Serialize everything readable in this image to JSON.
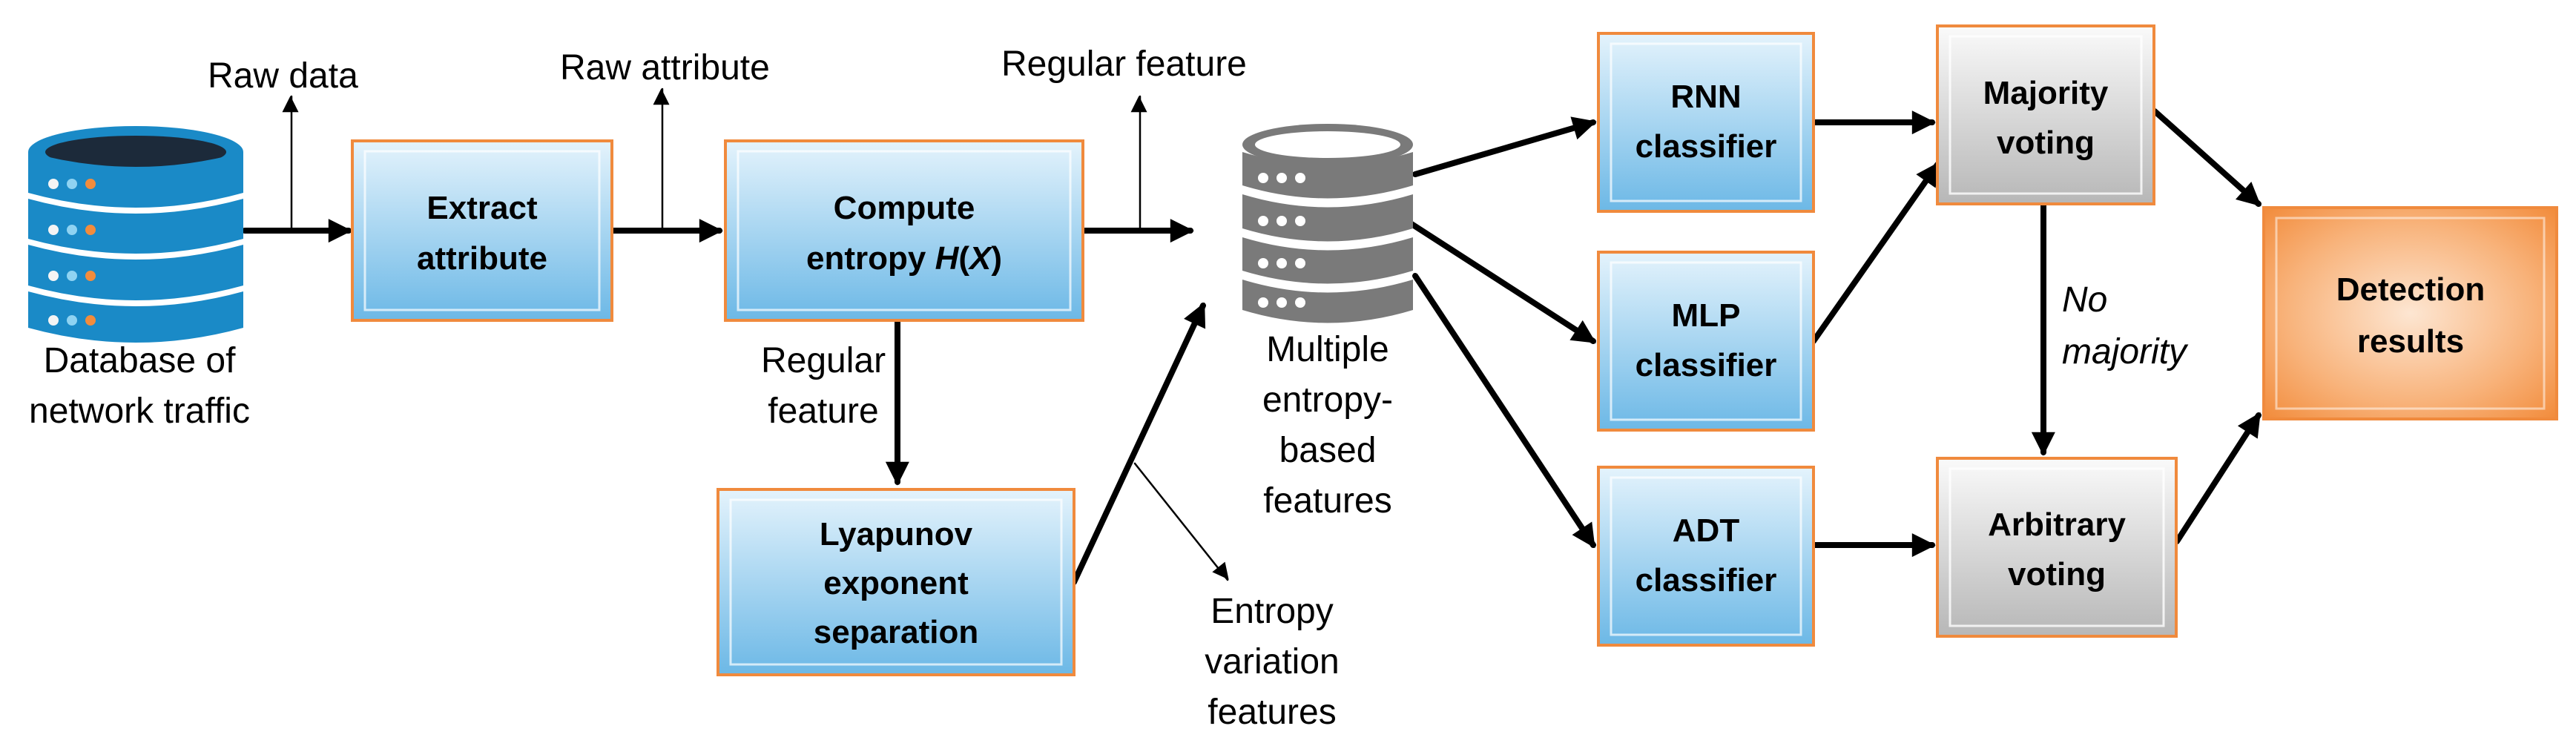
{
  "colors": {
    "blue_box_top": "#e4f3fc",
    "blue_box_bottom": "#6cb8e6",
    "grey_box_top": "#fafafa",
    "grey_box_bottom": "#b7b7b7",
    "orange_box_top": "#fbd8bb",
    "orange_box_bottom": "#f28c3c",
    "box_border": "#f08a3d",
    "arrow": "#000000",
    "db_blue": "#1a8ac7",
    "db_dark": "#1c2a3a",
    "db_grey": "#7a7a7a"
  },
  "icons": {
    "source_database": "database-icon",
    "feature_database": "database-stack-icon"
  },
  "boxes": {
    "extract": {
      "lines": [
        "Extract",
        "attribute"
      ]
    },
    "entropy": {
      "line1": "Compute",
      "line2_prefix": "entropy ",
      "line2_italic_1": "H",
      "line2_paren_open": "(",
      "line2_italic_2": "X",
      "line2_paren_close": ")"
    },
    "lyapunov": {
      "lines": [
        "Lyapunov",
        "exponent",
        "separation"
      ]
    },
    "rnn": {
      "lines": [
        "RNN",
        "classifier"
      ]
    },
    "mlp": {
      "lines": [
        "MLP",
        "classifier"
      ]
    },
    "adt": {
      "lines": [
        "ADT",
        "classifier"
      ]
    },
    "majority": {
      "lines": [
        "Majority",
        "voting"
      ]
    },
    "arbitrary": {
      "lines": [
        "Arbitrary",
        "voting"
      ]
    },
    "detection": {
      "lines": [
        "Detection",
        "results"
      ]
    }
  },
  "labels": {
    "raw_data": "Raw data",
    "raw_attribute": "Raw attribute",
    "regular_feature_top": "Regular feature",
    "regular_feature_side": [
      "Regular",
      "feature"
    ],
    "database": [
      "Database of",
      "network traffic"
    ],
    "multiple_features": [
      "Multiple",
      "entropy-",
      "based",
      "features"
    ],
    "entropy_variation": [
      "Entropy",
      "variation",
      "features"
    ],
    "no_majority": [
      "No",
      "majority"
    ]
  }
}
